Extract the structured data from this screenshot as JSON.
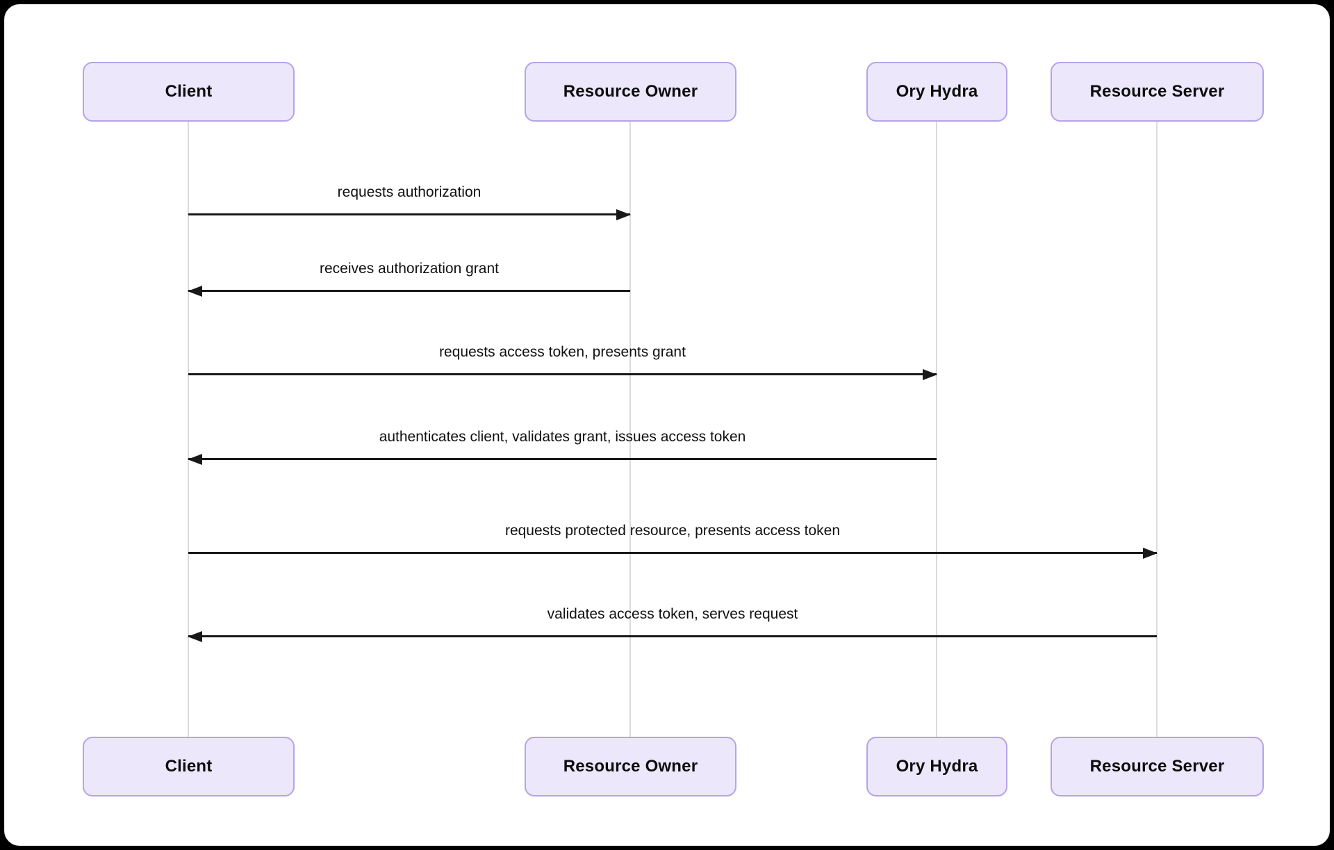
{
  "diagram": {
    "type": "sequence-diagram",
    "actors": [
      {
        "id": "client",
        "label": "Client"
      },
      {
        "id": "resource-owner",
        "label": "Resource Owner"
      },
      {
        "id": "ory-hydra",
        "label": "Ory Hydra"
      },
      {
        "id": "resource-server",
        "label": "Resource Server"
      }
    ],
    "messages": [
      {
        "from": "Client",
        "to": "Resource Owner",
        "direction": "right",
        "label": "requests authorization"
      },
      {
        "from": "Resource Owner",
        "to": "Client",
        "direction": "left",
        "label": "receives authorization grant"
      },
      {
        "from": "Client",
        "to": "Ory Hydra",
        "direction": "right",
        "label": "requests access token, presents grant"
      },
      {
        "from": "Ory Hydra",
        "to": "Client",
        "direction": "left",
        "label": "authenticates client, validates grant, issues access token"
      },
      {
        "from": "Client",
        "to": "Resource Server",
        "direction": "right",
        "label": "requests protected resource, presents access token"
      },
      {
        "from": "Resource Server",
        "to": "Client",
        "direction": "left",
        "label": "validates access token, serves request"
      }
    ],
    "colors": {
      "actor_fill": "#ECE7FB",
      "actor_border": "#B6A3E8",
      "lifeline": "#DBDBDB",
      "arrow": "#181818",
      "panel_background": "#FFFFFF",
      "outer_background": "#000000",
      "text": "#111111"
    }
  }
}
